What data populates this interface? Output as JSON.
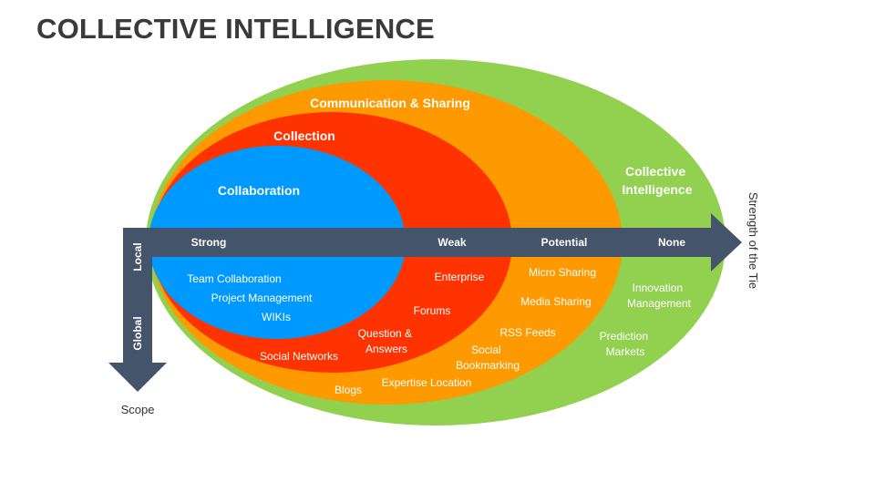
{
  "title": "COLLECTIVE INTELLIGENCE",
  "colors": {
    "green": "#92D050",
    "orange": "#FF9900",
    "red": "#FF3300",
    "blue": "#0099FF",
    "arrow": "#44546A"
  },
  "rings": {
    "green": "Collective Intelligence",
    "orange": "Communication & Sharing",
    "red": "Collection",
    "blue": "Collaboration"
  },
  "axes": {
    "horizontal": {
      "title": "Strength of the Tie",
      "ticks": [
        "Strong",
        "Weak",
        "Potential",
        "None"
      ]
    },
    "vertical": {
      "title": "Scope",
      "ticks": [
        "Local",
        "Global"
      ]
    }
  },
  "items": {
    "blue": [
      "Team Collaboration",
      "Project Management",
      "WIKIs"
    ],
    "red": [
      "Enterprise",
      "Forums",
      "Question & Answers",
      "Social Networks"
    ],
    "orange": [
      "Micro Sharing",
      "Media Sharing",
      "RSS Feeds",
      "Social Bookmarking",
      "Expertise Location",
      "Blogs"
    ],
    "green": [
      "Innovation Management",
      "Prediction Markets"
    ]
  }
}
